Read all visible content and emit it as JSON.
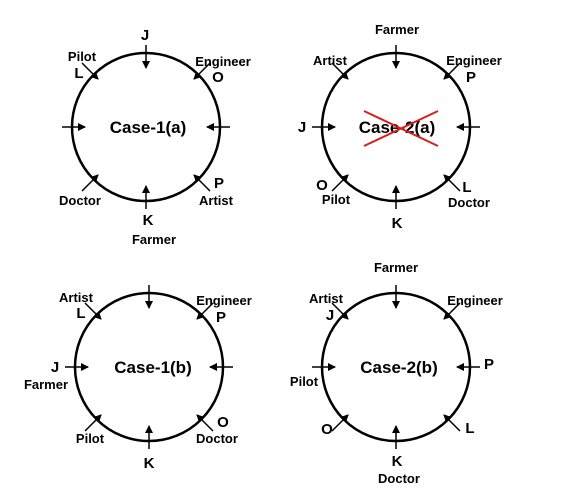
{
  "diagrams": [
    {
      "title": "Case-1(a)",
      "crossed_out": false,
      "seats": {
        "top": {
          "letter": "J",
          "role": ""
        },
        "top_right": {
          "letter": "O",
          "role": "Engineer"
        },
        "right": {
          "letter": "",
          "role": ""
        },
        "bottom_right": {
          "letter": "P",
          "role": "Artist"
        },
        "bottom": {
          "letter": "K",
          "role": "Farmer"
        },
        "bottom_left": {
          "letter": "",
          "role": "Doctor"
        },
        "left": {
          "letter": "",
          "role": ""
        },
        "top_left": {
          "letter": "L",
          "role": "Pilot"
        }
      }
    },
    {
      "title": "Case-2(a)",
      "crossed_out": true,
      "seats": {
        "top": {
          "letter": "",
          "role": "Farmer"
        },
        "top_right": {
          "letter": "P",
          "role": "Engineer"
        },
        "right": {
          "letter": "",
          "role": ""
        },
        "bottom_right": {
          "letter": "L",
          "role": "Doctor"
        },
        "bottom": {
          "letter": "K",
          "role": ""
        },
        "bottom_left": {
          "letter": "O",
          "role": "Pilot"
        },
        "left": {
          "letter": "J",
          "role": ""
        },
        "top_left": {
          "letter": "",
          "role": "Artist"
        }
      }
    },
    {
      "title": "Case-1(b)",
      "crossed_out": false,
      "seats": {
        "top": {
          "letter": "",
          "role": ""
        },
        "top_right": {
          "letter": "P",
          "role": "Engineer"
        },
        "right": {
          "letter": "",
          "role": ""
        },
        "bottom_right": {
          "letter": "O",
          "role": "Doctor"
        },
        "bottom": {
          "letter": "K",
          "role": ""
        },
        "bottom_left": {
          "letter": "",
          "role": "Pilot"
        },
        "left": {
          "letter": "J",
          "role": "Farmer"
        },
        "top_left": {
          "letter": "L",
          "role": "Artist"
        }
      }
    },
    {
      "title": "Case-2(b)",
      "crossed_out": false,
      "seats": {
        "top": {
          "letter": "",
          "role": "Farmer"
        },
        "top_right": {
          "letter": "",
          "role": "Engineer"
        },
        "right": {
          "letter": "P",
          "role": ""
        },
        "bottom_right": {
          "letter": "L",
          "role": ""
        },
        "bottom": {
          "letter": "K",
          "role": "Doctor"
        },
        "bottom_left": {
          "letter": "O",
          "role": ""
        },
        "left": {
          "letter": "",
          "role": "Pilot"
        },
        "top_left": {
          "letter": "J",
          "role": "Artist"
        }
      }
    }
  ]
}
